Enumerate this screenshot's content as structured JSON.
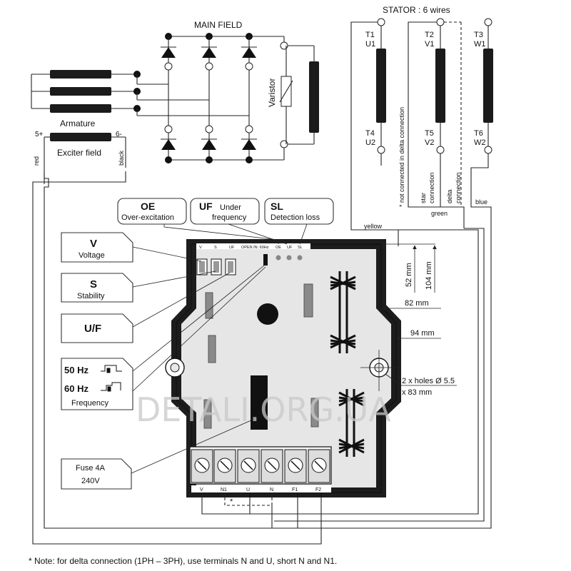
{
  "main_field": {
    "title": "MAIN FIELD",
    "varistor": "Varistor"
  },
  "armature": {
    "label": "Armature"
  },
  "exciter": {
    "label": "Exciter field",
    "plus": "5+",
    "minus": "6-",
    "red": "red",
    "black": "black"
  },
  "stator": {
    "title": "STATOR : 6 wires",
    "terminals": [
      "T1",
      "U1",
      "T2",
      "V1",
      "T3",
      "W1",
      "T4",
      "U2",
      "T5",
      "V2",
      "T6",
      "W2"
    ],
    "note_not_connected": "* not connected in delta connection",
    "star": "star",
    "star2": "connection",
    "delta": "delta",
    "delta2": "connection",
    "yellow": "yellow",
    "green": "green",
    "blue": "blue"
  },
  "callouts": {
    "oe_code": "OE",
    "oe_text": "Over-excitation",
    "uf_code": "UF",
    "uf_text1": "Under",
    "uf_text2": "frequency",
    "sl_code": "SL",
    "sl_text": "Detection loss",
    "v_code": "V",
    "v_text": "Voltage",
    "s_code": "S",
    "s_text": "Stability",
    "uf2_code": "U/F",
    "freq50": "50 Hz",
    "freq60": "60 Hz",
    "freq_text": "Frequency",
    "fuse1": "Fuse 4A",
    "fuse2": "240V"
  },
  "board": {
    "top_labels": [
      "V",
      "S",
      "UF",
      "OPEN IN: 60Hz",
      "OE",
      "UF",
      "SL"
    ],
    "bottom_labels": [
      "V",
      "N1",
      "U",
      "N",
      "F1",
      "F2"
    ],
    "star_mark": "*"
  },
  "dimensions": {
    "d52": "52 mm",
    "d104": "104 mm",
    "d82": "82 mm",
    "d94": "94 mm",
    "holes1": "2 x holes Ø 5.5",
    "holes2": "x 83 mm"
  },
  "watermark": "DETALI.ORG.UA",
  "footnote": "* Note: for delta connection (1PH – 3PH), use terminals N and U, short N and N1."
}
